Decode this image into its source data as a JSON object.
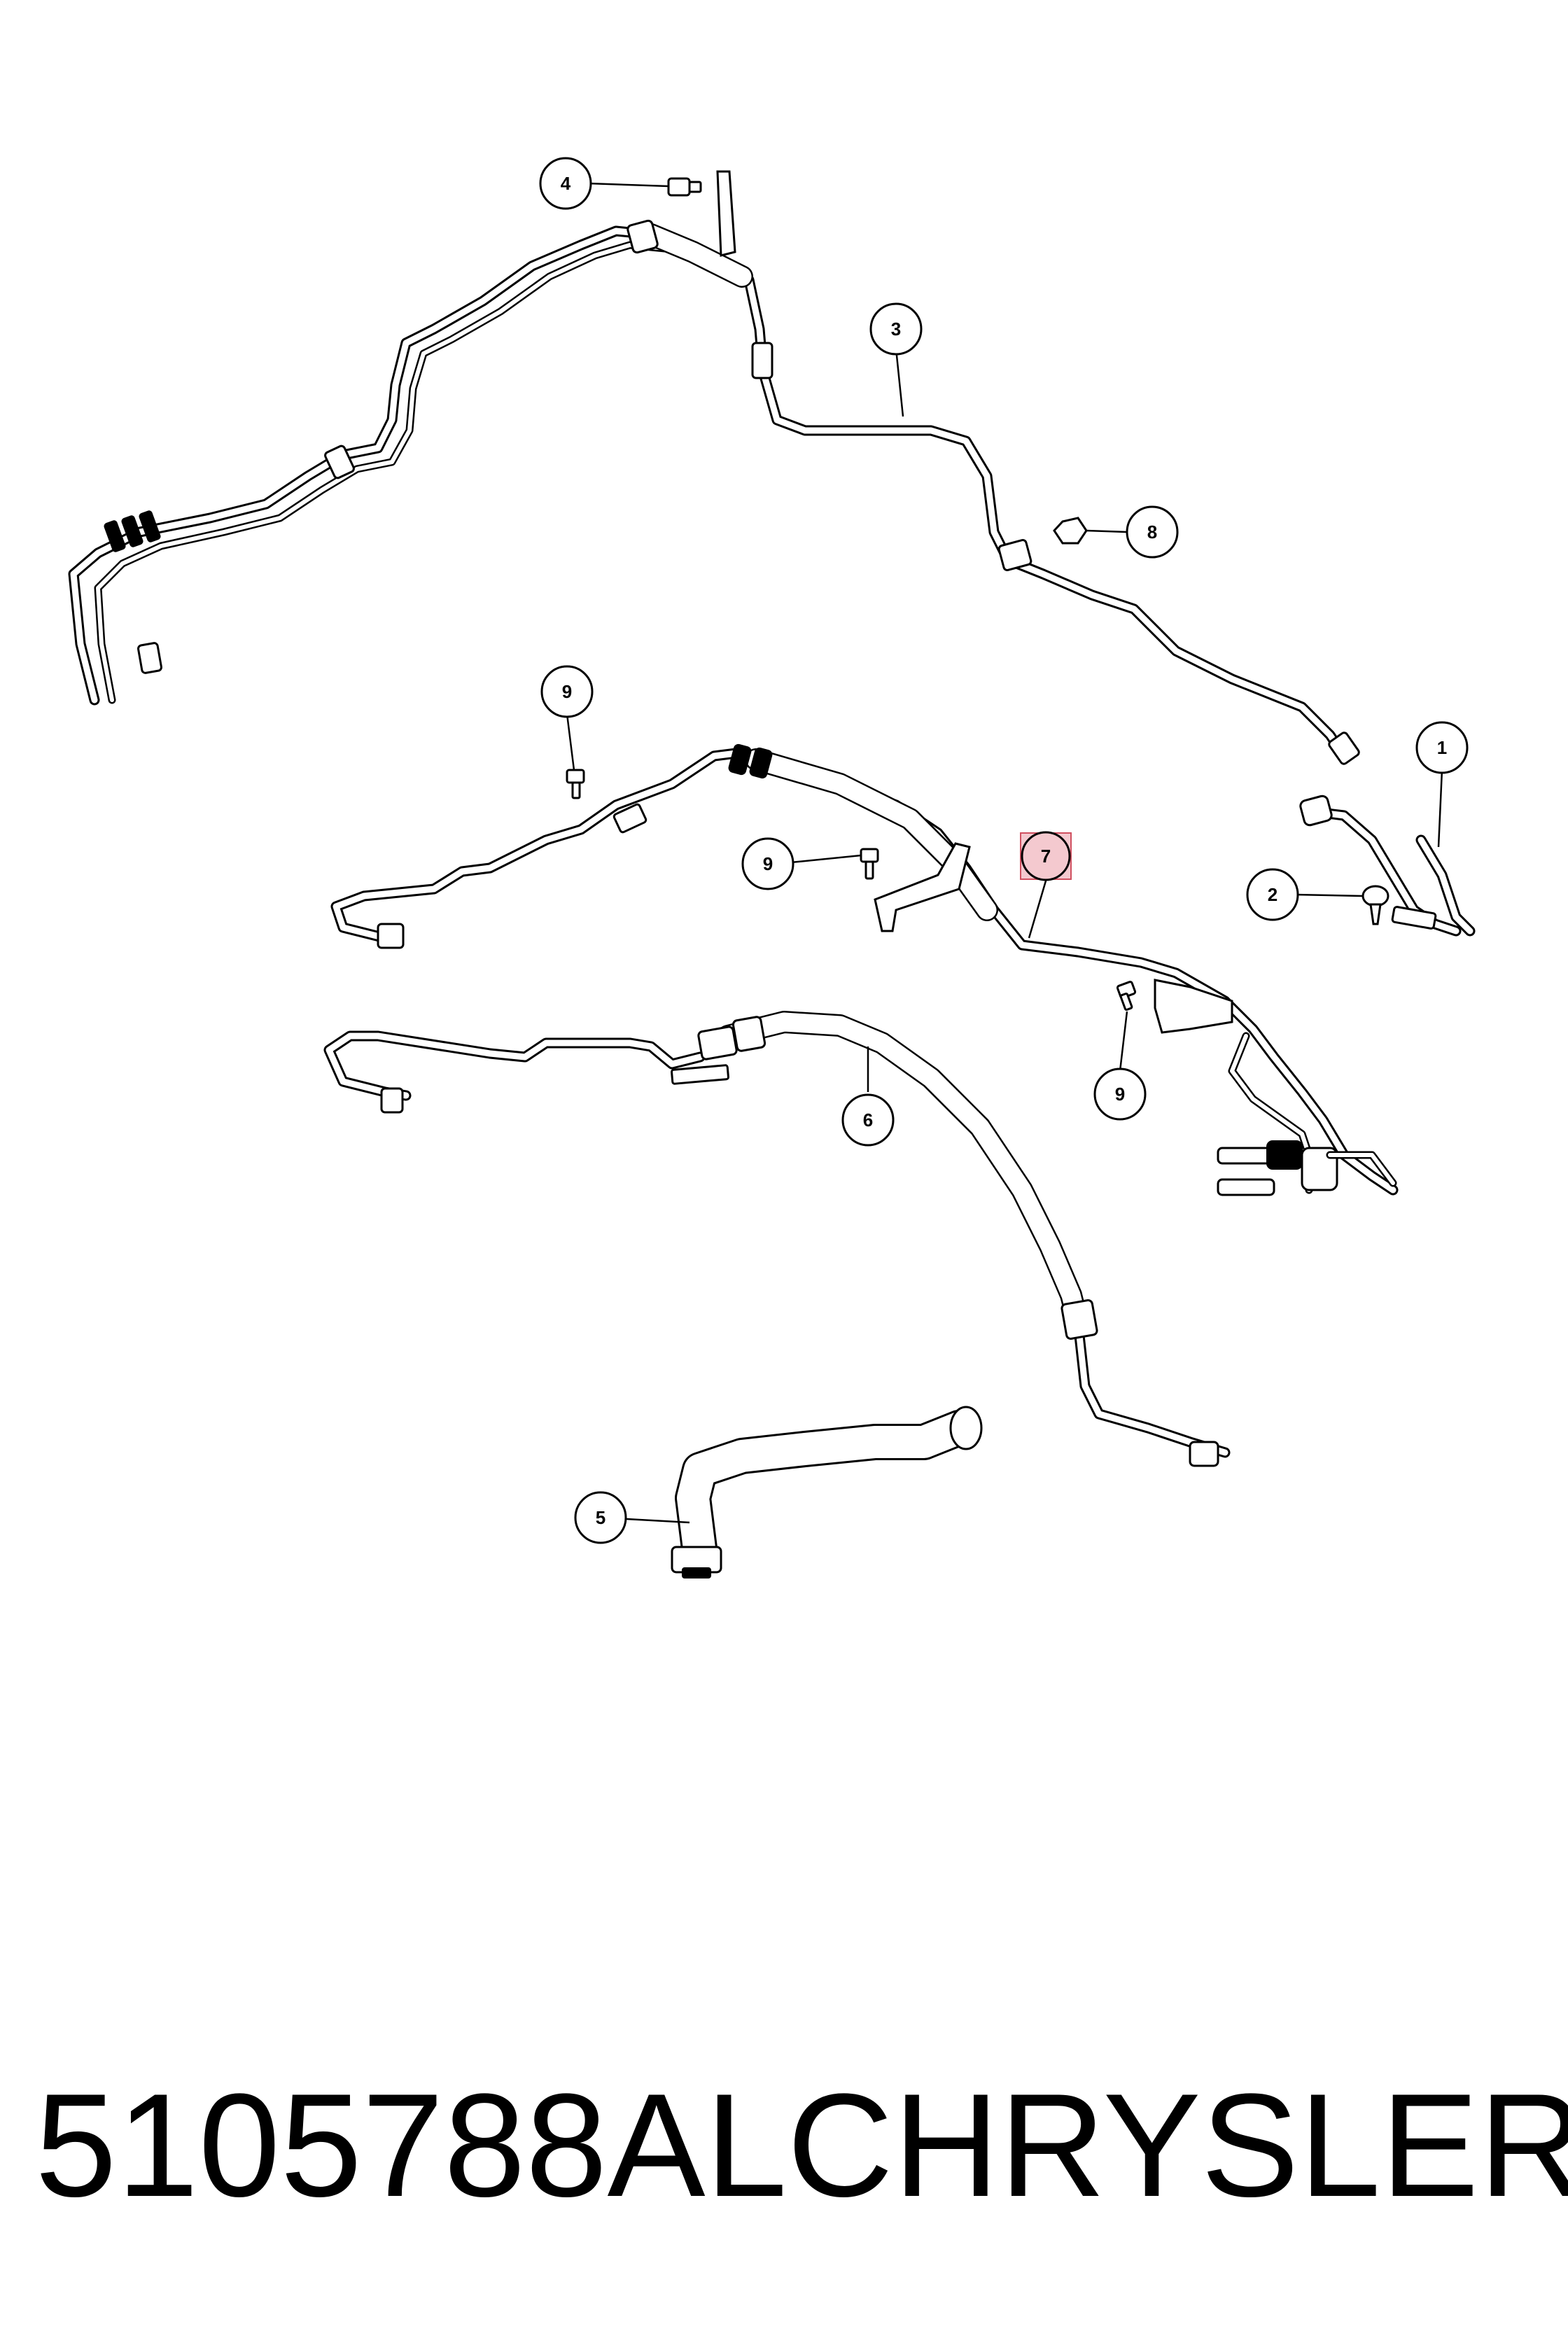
{
  "callouts": [
    {
      "id": "1",
      "label": "1"
    },
    {
      "id": "2",
      "label": "2"
    },
    {
      "id": "3",
      "label": "3"
    },
    {
      "id": "4",
      "label": "4"
    },
    {
      "id": "5",
      "label": "5"
    },
    {
      "id": "6",
      "label": "6"
    },
    {
      "id": "7",
      "label": "7"
    },
    {
      "id": "8",
      "label": "8"
    },
    {
      "id": "9a",
      "label": "9"
    },
    {
      "id": "9b",
      "label": "9"
    },
    {
      "id": "9c",
      "label": "9"
    }
  ],
  "footer": {
    "part_number": "5105788AL",
    "brand": "CHRYSLER"
  },
  "colors": {
    "line": "#000000",
    "highlight": "#f4c9cf",
    "background": "#ffffff"
  }
}
